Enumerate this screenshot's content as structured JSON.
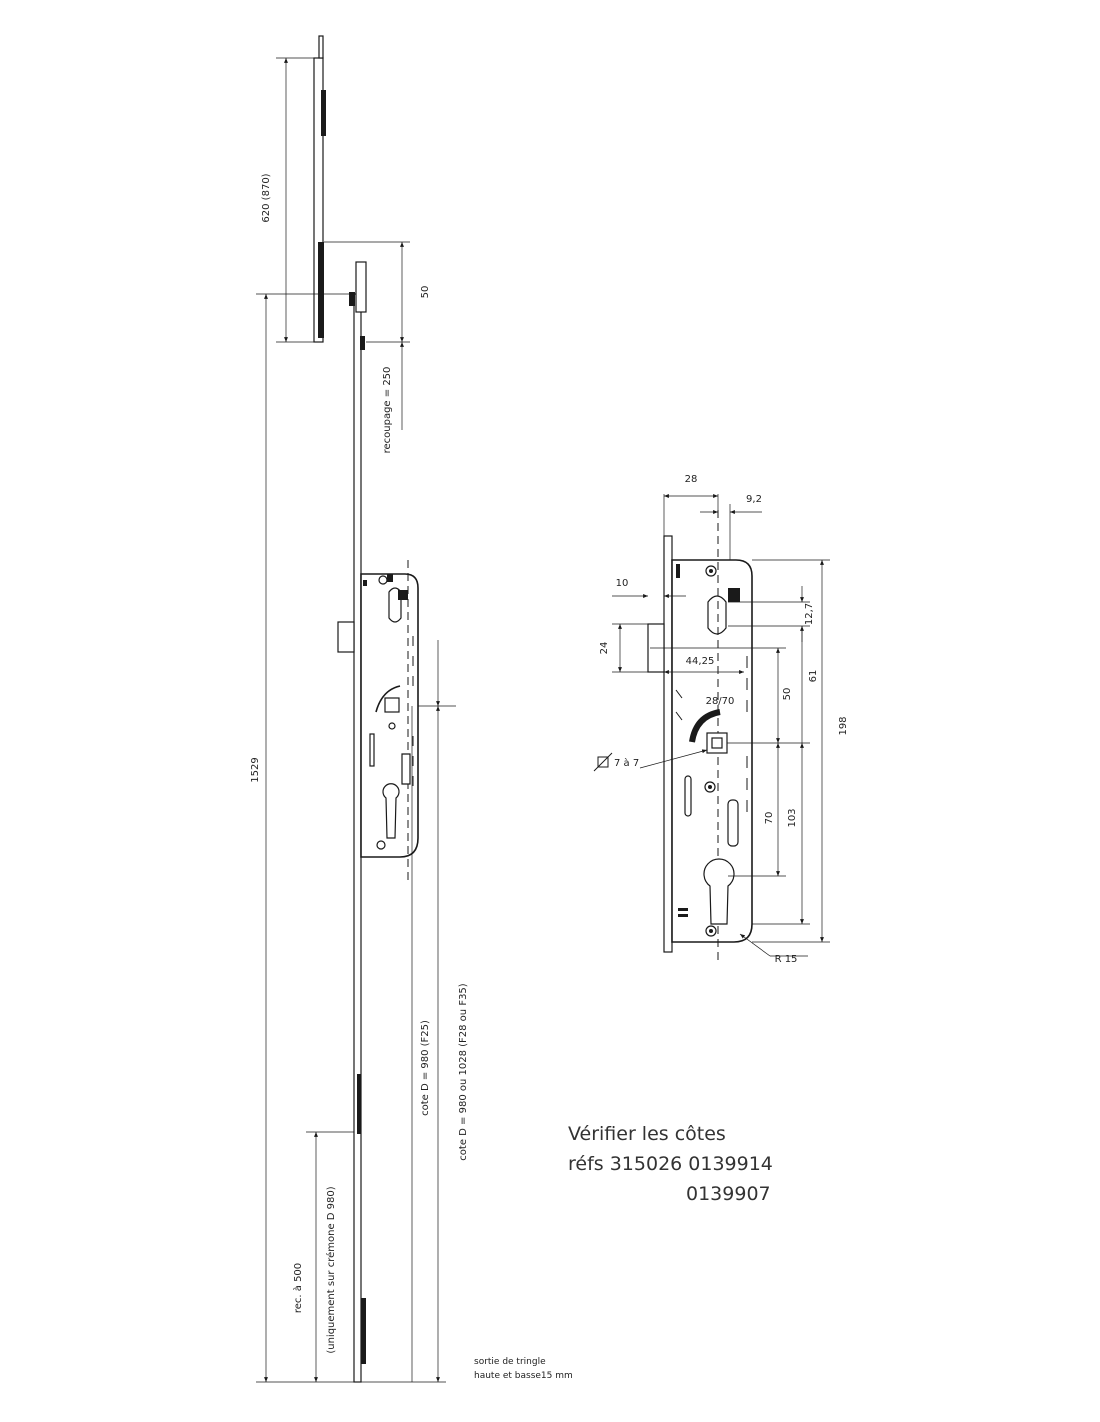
{
  "overall_view": {
    "dim_top_rod": "620 (870)",
    "dim_overlap": "50",
    "dim_recoupage": "recoupage = 250",
    "dim_total": "1529",
    "dim_cote_f25": "cote D = 980 (F25)",
    "dim_cote_f28": "cote D = 980 ou 1028 (F28 ou F35)",
    "dim_rec_500": "rec. à 500",
    "dim_rec_note": "(uniquement sur crémone D 980)",
    "rod_exit_line1": "sortie de tringle",
    "rod_exit_line2": "haute et basse15 mm"
  },
  "detail_view": {
    "dim_28": "28",
    "dim_9_2": "9,2",
    "dim_10": "10",
    "dim_24": "24",
    "dim_44_25": "44,25",
    "dim_28_70": "28/70",
    "dim_12_7": "12,7",
    "dim_50": "50",
    "dim_61": "61",
    "dim_198": "198",
    "dim_70": "70",
    "dim_103": "103",
    "dim_square": "7 à 7",
    "dim_radius": "R 15"
  },
  "note": {
    "line1": "Vérifier les côtes",
    "line2": "réfs 315026 0139914",
    "line3": "0139907"
  }
}
